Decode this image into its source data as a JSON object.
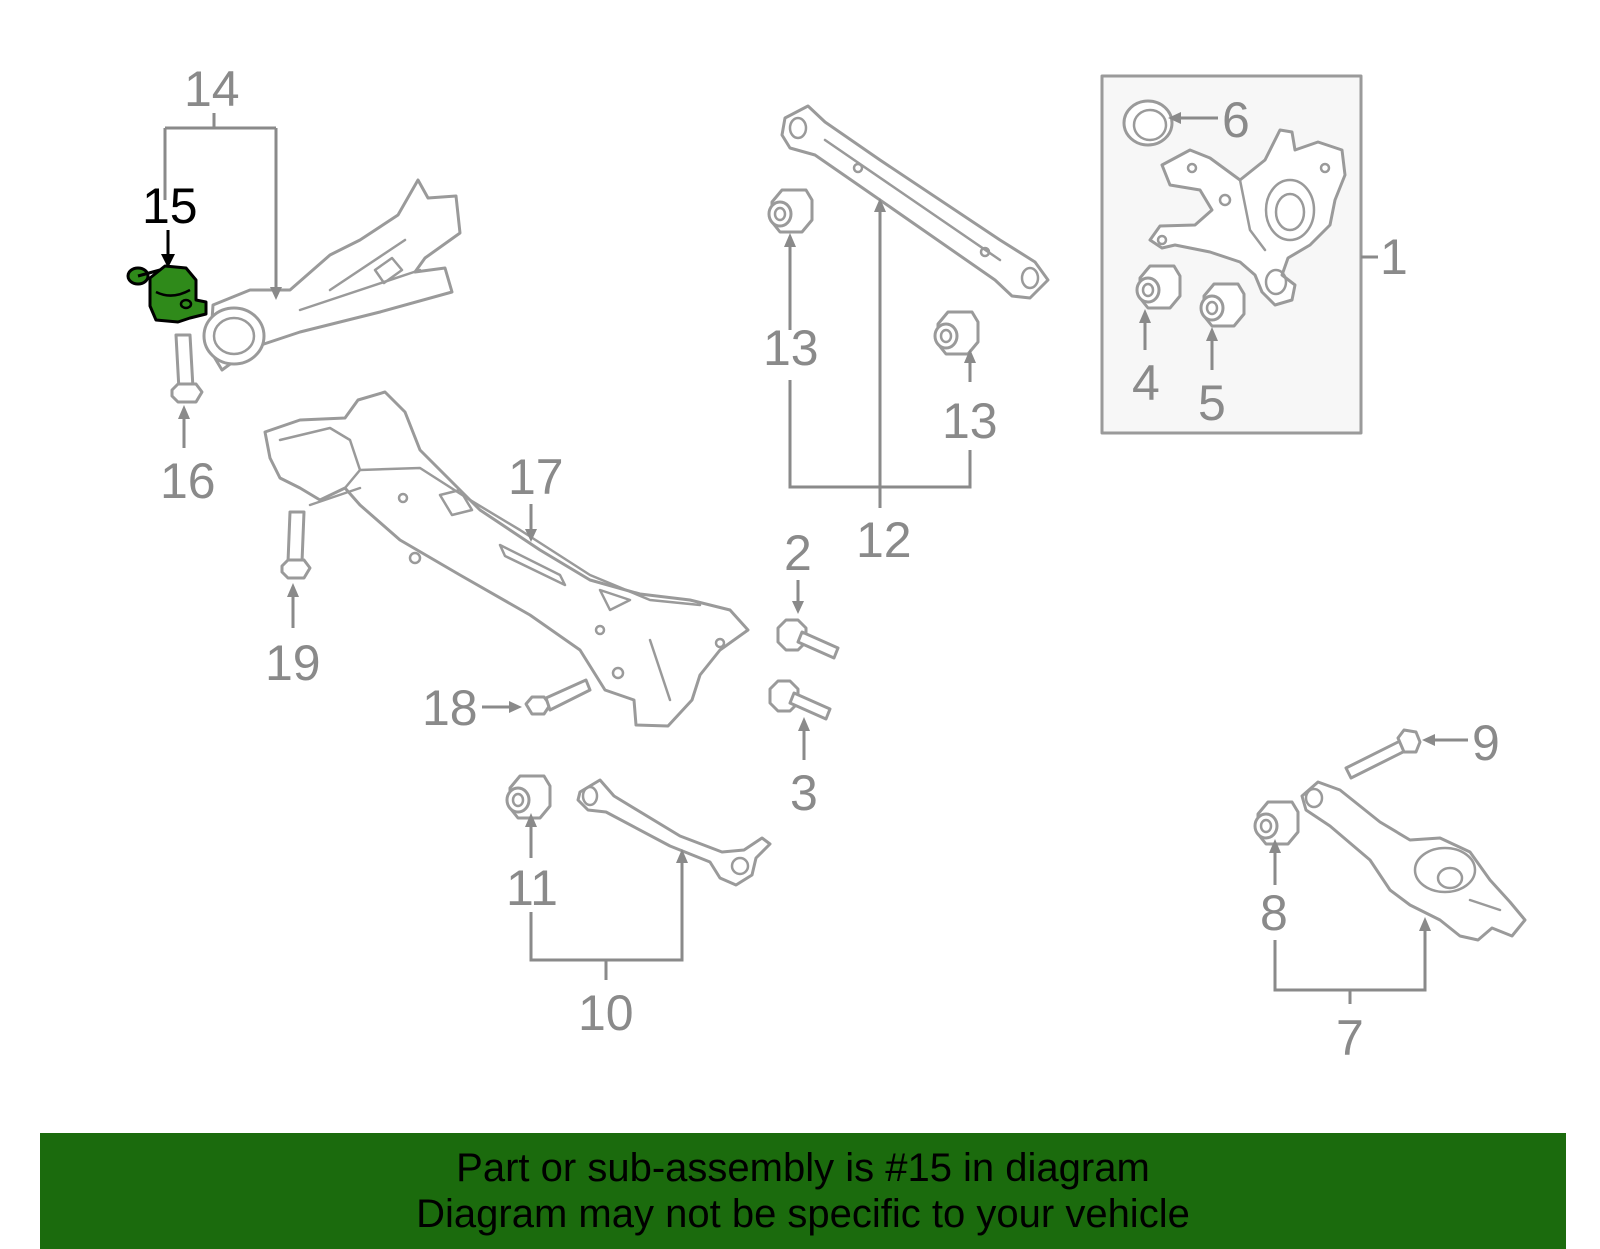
{
  "banner": {
    "line1": "Part or sub-assembly is #15 in diagram",
    "line2": "Diagram may not be specific to your vehicle",
    "background": "#1b6b0d"
  },
  "diagram": {
    "highlighted_part": "15",
    "highlight_color": "#2f8a1a",
    "callouts": {
      "c1": "1",
      "c2": "2",
      "c3": "3",
      "c4": "4",
      "c5": "5",
      "c6": "6",
      "c7": "7",
      "c8": "8",
      "c9": "9",
      "c10": "10",
      "c11": "11",
      "c12": "12",
      "c13a": "13",
      "c13b": "13",
      "c14": "14",
      "c15": "15",
      "c16": "16",
      "c17": "17",
      "c18": "18",
      "c19": "19"
    }
  }
}
